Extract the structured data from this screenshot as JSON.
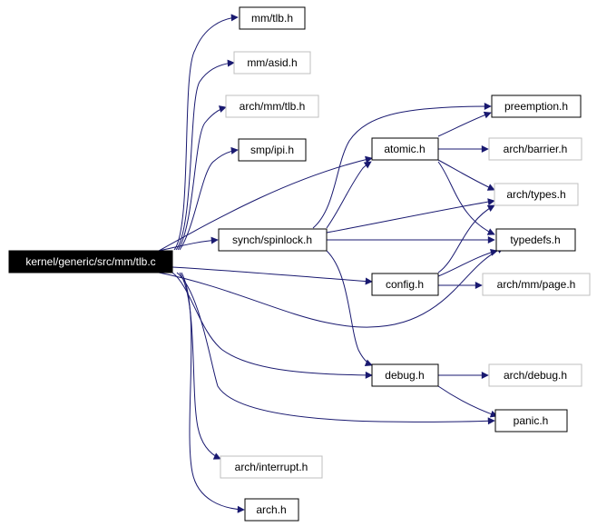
{
  "root": {
    "label": "kernel/generic/src/mm/tlb.c",
    "fill": "#000000",
    "text_color": "#ffffff"
  },
  "nodes": {
    "mm_tlb": {
      "label": "mm/tlb.h",
      "documented": true
    },
    "mm_asid": {
      "label": "mm/asid.h",
      "documented": false
    },
    "arch_mm_tlb": {
      "label": "arch/mm/tlb.h",
      "documented": false
    },
    "smp_ipi": {
      "label": "smp/ipi.h",
      "documented": true
    },
    "synch_spinlock": {
      "label": "synch/spinlock.h",
      "documented": true
    },
    "atomic": {
      "label": "atomic.h",
      "documented": true
    },
    "preemption": {
      "label": "preemption.h",
      "documented": true
    },
    "arch_barrier": {
      "label": "arch/barrier.h",
      "documented": false
    },
    "arch_types": {
      "label": "arch/types.h",
      "documented": false
    },
    "typedefs": {
      "label": "typedefs.h",
      "documented": true
    },
    "config": {
      "label": "config.h",
      "documented": true
    },
    "arch_mm_page": {
      "label": "arch/mm/page.h",
      "documented": false
    },
    "debug": {
      "label": "debug.h",
      "documented": true
    },
    "arch_debug": {
      "label": "arch/debug.h",
      "documented": false
    },
    "panic": {
      "label": "panic.h",
      "documented": true
    },
    "arch_interrupt": {
      "label": "arch/interrupt.h",
      "documented": false
    },
    "arch": {
      "label": "arch.h",
      "documented": true
    }
  },
  "colors": {
    "edge": "#191970",
    "documented_border": "#000000",
    "undocumented_border": "#bfbfbf"
  }
}
